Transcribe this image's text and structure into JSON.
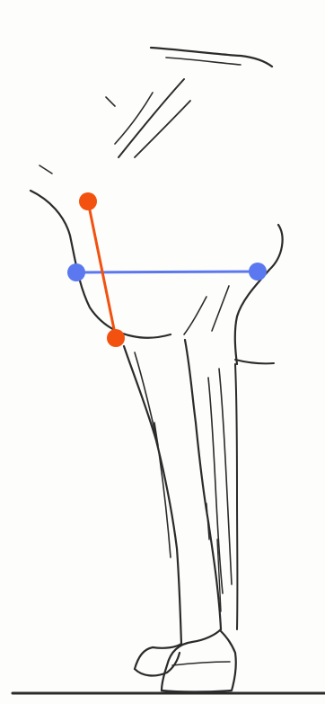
{
  "figure": {
    "kind": "horse hind-limb line drawing with measurement overlay",
    "colors": {
      "background": "#fdfdfb",
      "drawing_ink": "#2b2b2b",
      "measure_orange": "#f2510f",
      "measure_blue": "#5b78f0"
    }
  },
  "measurements": [
    {
      "id": "orange-segment",
      "color": "#f2510f",
      "shape": "segment-with-endpoint-dots"
    },
    {
      "id": "blue-segment",
      "color": "#5b78f0",
      "shape": "segment-with-endpoint-dots"
    }
  ]
}
